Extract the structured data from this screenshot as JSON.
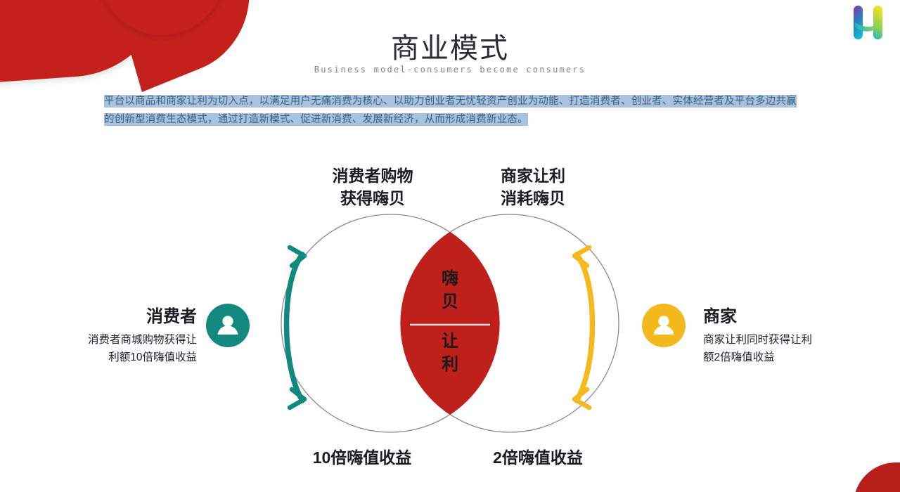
{
  "slide": {
    "title": "商业模式",
    "subtitle": "Business model-consumers become consumers",
    "intro": "平台以商品和商家让利为切入点，以满足用户无痛消费为核心、以助力创业者无忧轻资产创业为动能、打造消费者、创业者、实体经营者及平台多边共赢的创新型消费生态模式，通过打造新模式、促进新消费、发展新经济，从而形成消费新业态。"
  },
  "logo": {
    "name": "h-logo",
    "gradient_left_start": "#8e2f9e",
    "gradient_left_end": "#12b5d4",
    "gradient_right_start": "#8fd14f",
    "gradient_right_end": "#e9e61f"
  },
  "diagram": {
    "top_captions": {
      "left": "消费者购物\n获得嗨贝",
      "right": "商家让利\n消耗嗨贝"
    },
    "center_lens": {
      "top_label": "嗨贝",
      "bottom_label": "让利",
      "fill": "#c0201c"
    },
    "bottom_captions": {
      "left": "10倍嗨值收益",
      "right": "2倍嗨值收益"
    },
    "arcs": {
      "left_color": "#12897f",
      "right_color": "#f6b91d"
    },
    "circle_outline": "#8a8a93"
  },
  "sides": {
    "left": {
      "title": "消费者",
      "desc": "消费者商城购物获得让\n利额10倍嗨值收益",
      "accent": "#13897f",
      "icon": "person-icon"
    },
    "right": {
      "title": "商家",
      "desc": "商家让利同时获得让利\n额2倍嗨值收益",
      "accent": "#f6b91d",
      "icon": "person-icon"
    }
  },
  "decorations": {
    "top_left_shape_color": "#c4201c",
    "bottom_right_shape_color": "#b81f1b"
  }
}
